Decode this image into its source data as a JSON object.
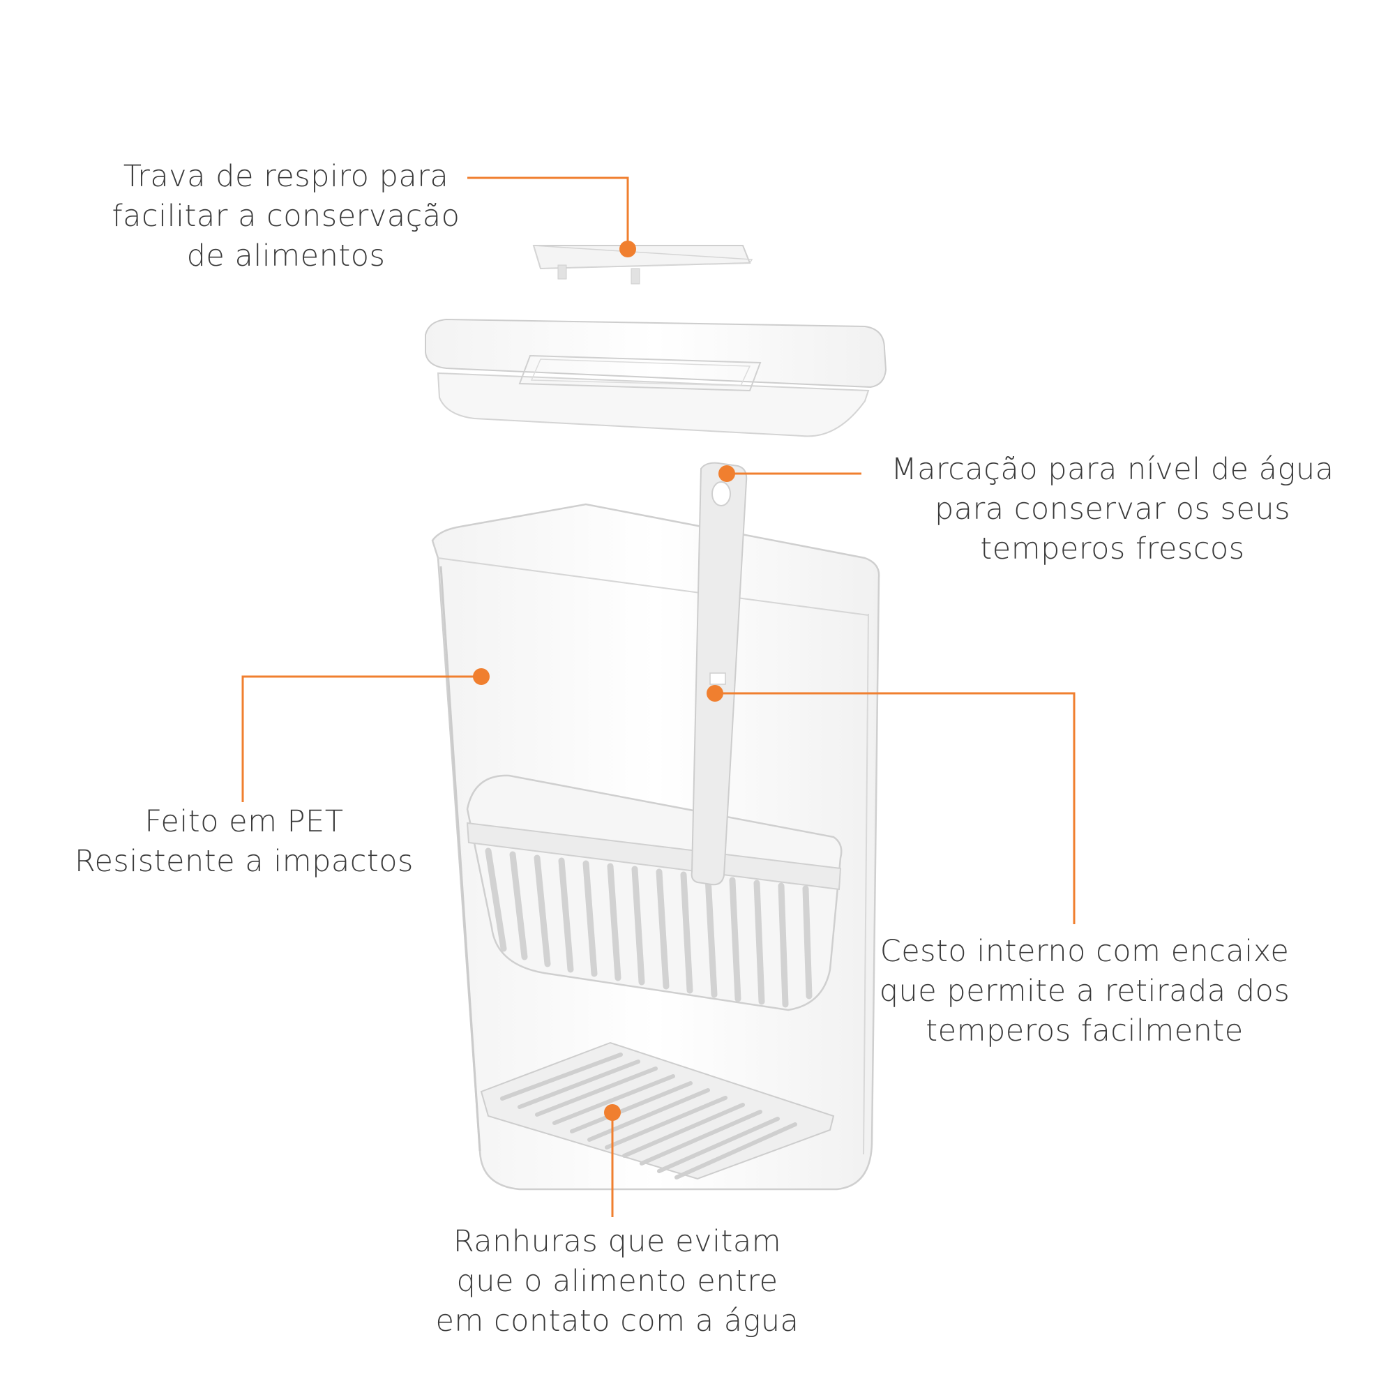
{
  "colors": {
    "accent": "#f07f2f",
    "text": "#3a3a3a",
    "plastic_edge": "#c9c9c9",
    "part_white": "#e6e6e6"
  },
  "callouts": {
    "vent_lock": {
      "lines": [
        "Trava de respiro para",
        "facilitar a conservação",
        "de alimentos"
      ]
    },
    "water_mark": {
      "lines": [
        "Marcação para nível de água",
        "para conservar os seus",
        "temperos frescos"
      ]
    },
    "material": {
      "lines": [
        "Feito em PET",
        "Resistente a impactos"
      ]
    },
    "basket": {
      "lines": [
        "Cesto interno com encaixe",
        "que permite a retirada dos",
        "temperos facilmente"
      ]
    },
    "grooves": {
      "lines": [
        "Ranhuras que evitam",
        "que o alimento entre",
        "em contato com a água"
      ]
    }
  }
}
